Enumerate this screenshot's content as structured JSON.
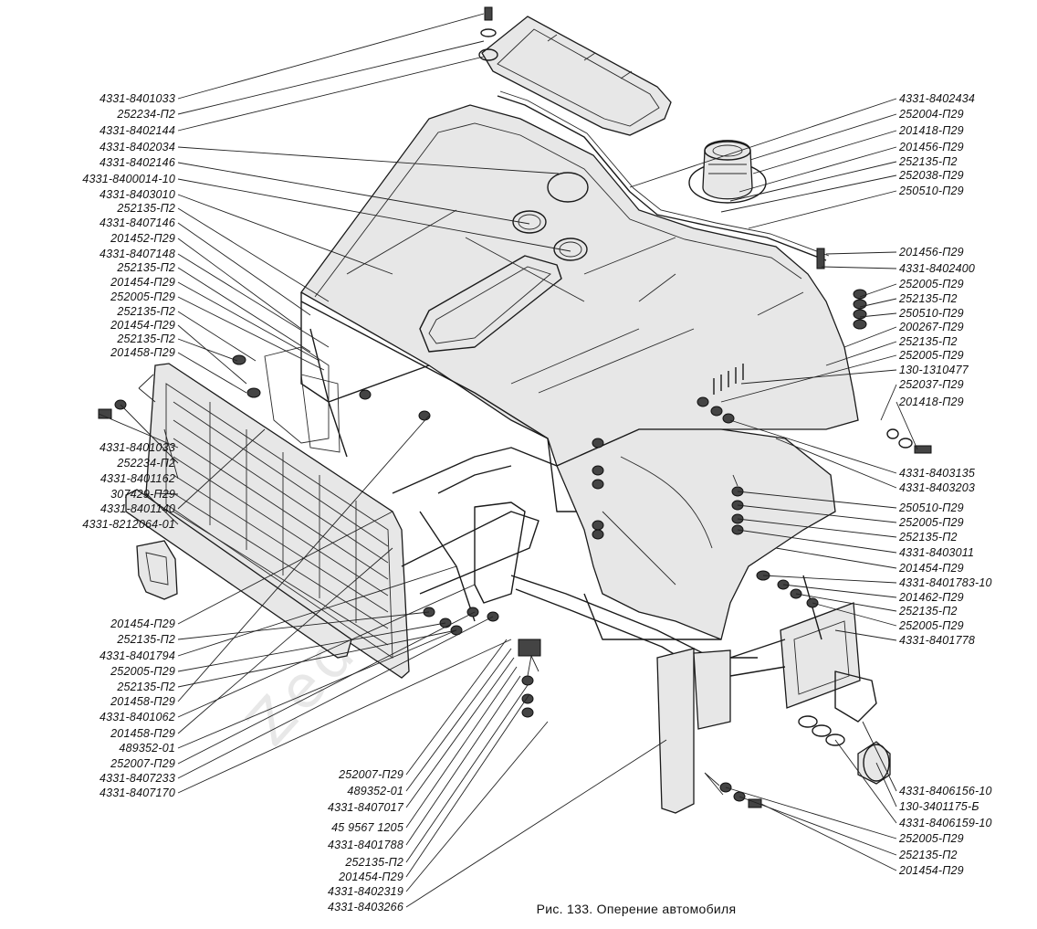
{
  "caption": "Рис. 133. Оперение автомобиля",
  "watermark": "Zed-",
  "labels": {
    "left": [
      "4331-8401033",
      "252234-П2",
      "4331-8402144",
      "4331-8402034",
      "4331-8402146",
      "4331-8400014-10",
      "4331-8403010",
      "252135-П2",
      "4331-8407146",
      "201452-П29",
      "4331-8407148",
      "252135-П2",
      "201454-П29",
      "252005-П29",
      "252135-П2",
      "201454-П29",
      "252135-П2",
      "201458-П29",
      "4331-8401033",
      "252234-П2",
      "4331-8401162",
      "307429-П29",
      "4331-8401140",
      "4331-8212064-01",
      "201454-П29",
      "252135-П2",
      "4331-8401794",
      "252005-П29",
      "252135-П2",
      "201458-П29",
      "4331-8401062",
      "201458-П29",
      "489352-01",
      "252007-П29",
      "4331-8407233",
      "4331-8407170"
    ],
    "right": [
      "4331-8402434",
      "252004-П29",
      "201418-П29",
      "201456-П29",
      "252135-П2",
      "252038-П29",
      "250510-П29",
      "201456-П29",
      "4331-8402400",
      "252005-П29",
      "252135-П2",
      "250510-П29",
      "200267-П29",
      "252135-П2",
      "252005-П29",
      "130-1310477",
      "252037-П29",
      "201418-П29",
      "4331-8403135",
      "4331-8403203",
      "250510-П29",
      "252005-П29",
      "252135-П2",
      "4331-8403011",
      "201454-П29",
      "4331-8401783-10",
      "201462-П29",
      "252135-П2",
      "252005-П29",
      "4331-8401778",
      "4331-8406156-10",
      "130-3401175-Б",
      "4331-8406159-10",
      "252005-П29",
      "252135-П2",
      "201454-П29"
    ],
    "bottom": [
      "252007-П29",
      "489352-01",
      "4331-8407017",
      "45 9567 1205",
      "4331-8401788",
      "252135-П2",
      "201454-П29",
      "4331-8402319",
      "4331-8403266"
    ]
  }
}
